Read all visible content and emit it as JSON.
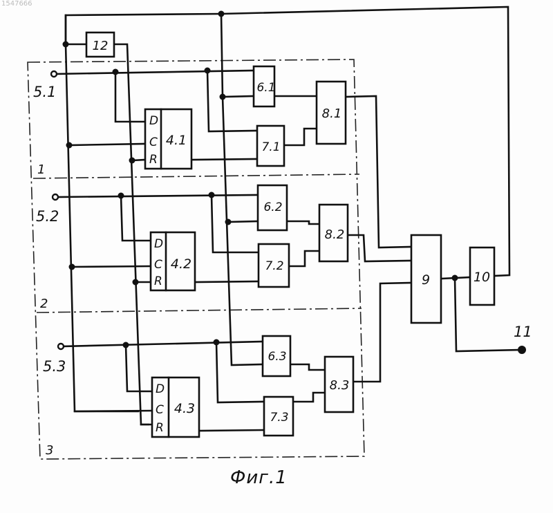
{
  "watermark": "1547666",
  "caption": "Фиг.1",
  "sections": [
    "1",
    "2",
    "3"
  ],
  "inputs": [
    "5.1",
    "5.2",
    "5.3"
  ],
  "blocks": {
    "b12": "12",
    "b41": "4.1",
    "b42": "4.2",
    "b43": "4.3",
    "b61": "6.1",
    "b62": "6.2",
    "b63": "6.3",
    "b71": "7.1",
    "b72": "7.2",
    "b73": "7.3",
    "b81": "8.1",
    "b82": "8.2",
    "b83": "8.3",
    "b9": "9",
    "b10": "10"
  },
  "trigger_pins": [
    "D",
    "C",
    "R"
  ],
  "output": "11"
}
